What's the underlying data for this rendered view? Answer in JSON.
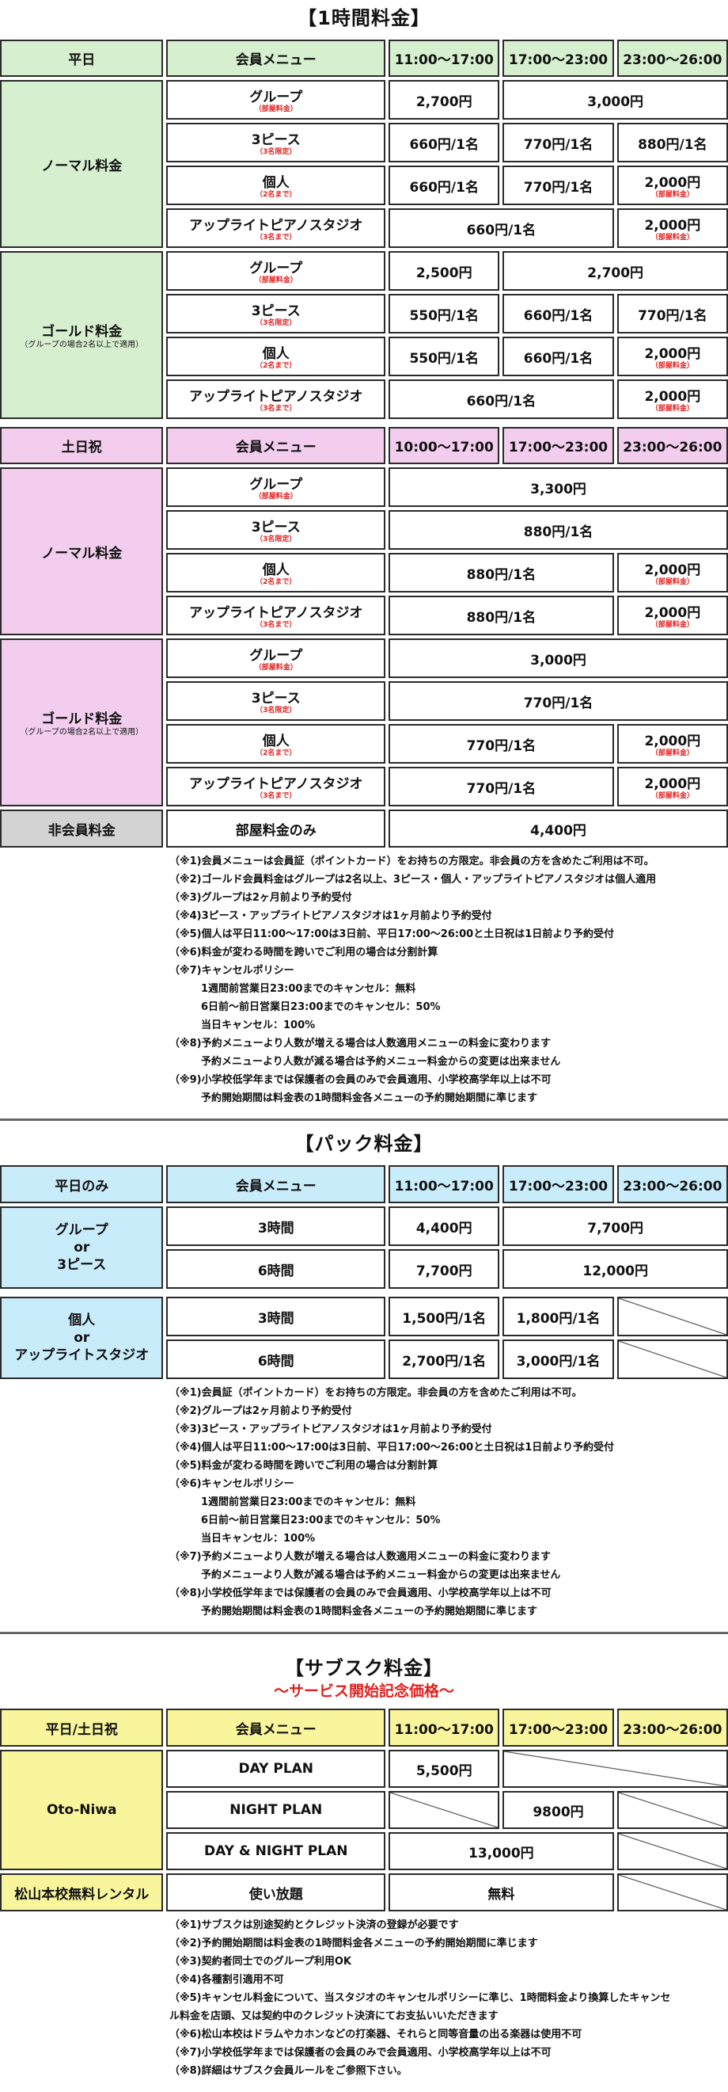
{
  "s1": {
    "title": "【1時間料金】",
    "weekday": {
      "header": {
        "day": "平日",
        "menu": "会員メニュー",
        "t1": "11:00〜17:00",
        "t2": "17:00〜23:00",
        "t3": "23:00〜26:00"
      },
      "normal": {
        "label": "ノーマル料金",
        "rows": [
          {
            "menu": "グループ",
            "note": "（部屋料金）",
            "p1": "2,700円",
            "p23": "3,000円"
          },
          {
            "menu": "3ピース",
            "note": "（3名限定）",
            "p1": "660円/1名",
            "p2": "770円/1名",
            "p3": "880円/1名"
          },
          {
            "menu": "個人",
            "note": "（2名まで）",
            "p1": "660円/1名",
            "p2": "770円/1名",
            "p3": "2,000円",
            "p3note": "（部屋料金）"
          },
          {
            "menu": "アップライトピアノスタジオ",
            "note": "（3名まで）",
            "p12": "660円/1名",
            "p3": "2,000円",
            "p3note": "（部屋料金）"
          }
        ]
      },
      "gold": {
        "label": "ゴールド料金",
        "note": "（グループの場合2名以上で適用）",
        "rows": [
          {
            "menu": "グループ",
            "note": "（部屋料金）",
            "p1": "2,500円",
            "p23": "2,700円"
          },
          {
            "menu": "3ピース",
            "note": "（3名限定）",
            "p1": "550円/1名",
            "p2": "660円/1名",
            "p3": "770円/1名"
          },
          {
            "menu": "個人",
            "note": "（2名まで）",
            "p1": "550円/1名",
            "p2": "660円/1名",
            "p3": "2,000円",
            "p3note": "（部屋料金）"
          },
          {
            "menu": "アップライトピアノスタジオ",
            "note": "（3名まで）",
            "p12": "660円/1名",
            "p3": "2,000円",
            "p3note": "（部屋料金）"
          }
        ]
      }
    },
    "weekend": {
      "header": {
        "day": "土日祝",
        "menu": "会員メニュー",
        "t1": "10:00〜17:00",
        "t2": "17:00〜23:00",
        "t3": "23:00〜26:00"
      },
      "normal": {
        "label": "ノーマル料金",
        "rows": [
          {
            "menu": "グループ",
            "note": "（部屋料金）",
            "p123": "3,300円"
          },
          {
            "menu": "3ピース",
            "note": "（3名限定）",
            "p123": "880円/1名"
          },
          {
            "menu": "個人",
            "note": "（2名まで）",
            "p12": "880円/1名",
            "p3": "2,000円",
            "p3note": "（部屋料金）"
          },
          {
            "menu": "アップライトピアノスタジオ",
            "note": "（3名まで）",
            "p12": "880円/1名",
            "p3": "2,000円",
            "p3note": "（部屋料金）"
          }
        ]
      },
      "gold": {
        "label": "ゴールド料金",
        "note": "（グループの場合2名以上で適用）",
        "rows": [
          {
            "menu": "グループ",
            "note": "（部屋料金）",
            "p123": "3,000円"
          },
          {
            "menu": "3ピース",
            "note": "（3名限定）",
            "p123": "770円/1名"
          },
          {
            "menu": "個人",
            "note": "（2名まで）",
            "p12": "770円/1名",
            "p3": "2,000円",
            "p3note": "（部屋料金）"
          },
          {
            "menu": "アップライトピアノスタジオ",
            "note": "（3名まで）",
            "p12": "770円/1名",
            "p3": "2,000円",
            "p3note": "（部屋料金）"
          }
        ]
      },
      "nonmember": {
        "label": "非会員料金",
        "menu": "部屋料金のみ",
        "price": "4,400円"
      }
    },
    "notes": [
      {
        "t": "（※1)会員メニューは会員証（ポイントカード）をお持ちの方限定。非会員の方を含めたご利用は不可。",
        "i": false
      },
      {
        "t": "（※2)ゴールド会員料金はグループは2名以上、3ピース・個人・アップライトピアノスタジオは個人適用",
        "i": false
      },
      {
        "t": "（※3)グループは2ヶ月前より予約受付",
        "i": false
      },
      {
        "t": "（※4)3ピース・アップライトピアノスタジオは1ヶ月前より予約受付",
        "i": false
      },
      {
        "t": "（※5)個人は平日11:00〜17:00は3日前、平日17:00〜26:00と土日祝は1日前より予約受付",
        "i": false
      },
      {
        "t": "（※6)料金が変わる時間を跨いでご利用の場合は分割計算",
        "i": false
      },
      {
        "t": "（※7)キャンセルポリシー",
        "i": false
      },
      {
        "t": "1週間前営業日23:00までのキャンセル：無料",
        "i": true
      },
      {
        "t": "6日前〜前日営業日23:00までのキャンセル：50%",
        "i": true
      },
      {
        "t": "当日キャンセル：100%",
        "i": true
      },
      {
        "t": "（※8)予約メニューより人数が増える場合は人数適用メニューの料金に変わります",
        "i": false
      },
      {
        "t": "予約メニューより人数が減る場合は予約メニュー料金からの変更は出来ません",
        "i": true
      },
      {
        "t": "（※9)小学校低学年までは保護者の会員のみで会員適用、小学校高学年以上は不可",
        "i": false
      },
      {
        "t": "予約開始期間は料金表の1時間料金各メニューの予約開始期間に準じます",
        "i": true
      }
    ]
  },
  "s2": {
    "title": "【パック料金】",
    "header": {
      "day": "平日のみ",
      "menu": "会員メニュー",
      "t1": "11:00〜17:00",
      "t2": "17:00〜23:00",
      "t3": "23:00〜26:00"
    },
    "group": {
      "l1": "グループ",
      "l2": "or",
      "l3": "3ピース",
      "rows": [
        {
          "menu": "3時間",
          "p1": "4,400円",
          "p23": "7,700円"
        },
        {
          "menu": "6時間",
          "p1": "7,700円",
          "p23": "12,000円"
        }
      ]
    },
    "solo": {
      "l1": "個人",
      "l2": "or",
      "l3": "アップライトスタジオ",
      "rows": [
        {
          "menu": "3時間",
          "p1": "1,500円/1名",
          "p2": "1,800円/1名"
        },
        {
          "menu": "6時間",
          "p1": "2,700円/1名",
          "p2": "3,000円/1名"
        }
      ]
    },
    "notes": [
      {
        "t": "（※1)会員証（ポイントカード）をお持ちの方限定。非会員の方を含めたご利用は不可。",
        "i": false
      },
      {
        "t": "（※2)グループは2ヶ月前より予約受付",
        "i": false
      },
      {
        "t": "（※3)3ピース・アップライトピアノスタジオは1ヶ月前より予約受付",
        "i": false
      },
      {
        "t": "（※4)個人は平日11:00〜17:00は3日前、平日17:00〜26:00と土日祝は1日前より予約受付",
        "i": false
      },
      {
        "t": "（※5)料金が変わる時間を跨いでご利用の場合は分割計算",
        "i": false
      },
      {
        "t": "（※6)キャンセルポリシー",
        "i": false
      },
      {
        "t": "1週間前営業日23:00までのキャンセル：無料",
        "i": true
      },
      {
        "t": "6日前〜前日営業日23:00までのキャンセル：50%",
        "i": true
      },
      {
        "t": "当日キャンセル：100%",
        "i": true
      },
      {
        "t": "（※7)予約メニューより人数が増える場合は人数適用メニューの料金に変わります",
        "i": false
      },
      {
        "t": "予約メニューより人数が減る場合は予約メニュー料金からの変更は出来ません",
        "i": true
      },
      {
        "t": "（※8)小学校低学年までは保護者の会員のみで会員適用、小学校高学年以上は不可",
        "i": false
      },
      {
        "t": "予約開始期間は料金表の1時間料金各メニューの予約開始期間に準じます",
        "i": true
      }
    ]
  },
  "s3": {
    "title": "【サブスク料金】",
    "subtitle": "〜サービス開始記念価格〜",
    "header": {
      "day": "平日/土日祝",
      "menu": "会員メニュー",
      "t1": "11:00〜17:00",
      "t2": "17:00〜23:00",
      "t3": "23:00〜26:00"
    },
    "otoniwa": {
      "label": "Oto-Niwa",
      "day": {
        "menu": "DAY PLAN",
        "p1": "5,500円"
      },
      "night": {
        "menu": "NIGHT PLAN",
        "p2": "9800円"
      },
      "dn": {
        "menu": "DAY & NIGHT PLAN",
        "p12": "13,000円"
      }
    },
    "rental": {
      "label": "松山本校無料レンタル",
      "menu": "使い放題",
      "p12": "無料"
    },
    "notes": [
      {
        "t": "（※1)サブスクは別途契約とクレジット決済の登録が必要です",
        "i": false
      },
      {
        "t": "（※2)予約開始期間は料金表の1時間料金各メニューの予約開始期間に準じます",
        "i": false
      },
      {
        "t": "（※3)契約者同士でのグループ利用OK",
        "i": false
      },
      {
        "t": "（※4)各種割引適用不可",
        "i": false
      },
      {
        "t": "（※5)キャンセル料金について、当スタジオのキャンセルポリシーに準じ、1時間料金より換算したキャンセ",
        "i": false
      },
      {
        "t": "ル料金を店頭、又は契約中のクレジット決済にてお支払いいただきます",
        "i": false
      },
      {
        "t": "（※6)松山本校はドラムやカホンなどの打楽器、それらと同等音量の出る楽器は使用不可",
        "i": false
      },
      {
        "t": "（※7)小学校低学年までは保護者の会員のみで会員適用、小学校高学年以上は不可",
        "i": false
      },
      {
        "t": "（※8)詳細はサブスク会員ルールをご参照下さい。",
        "i": false
      }
    ]
  }
}
